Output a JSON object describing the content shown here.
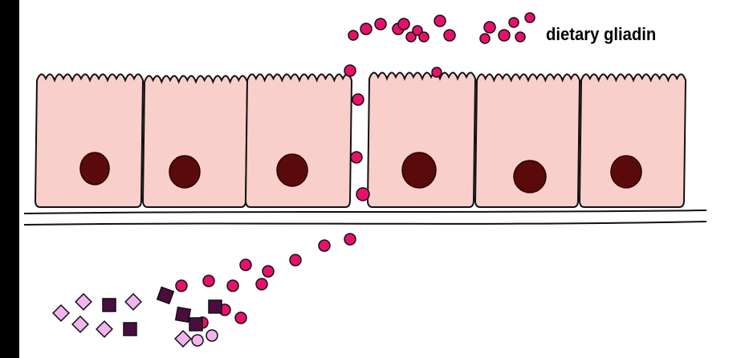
{
  "labels": {
    "gliadin": "dietary gliadin"
  },
  "colors": {
    "background_frame": "#000000",
    "panel": "#ffffff",
    "cell_fill": "#f9cfcc",
    "nucleus": "#5a0a0a",
    "gliadin": "#e8106a",
    "light_square": "#f2b3ef",
    "dark_square": "#4a0d3f",
    "outline": "#111111"
  },
  "icons": {
    "gliadin_particle": "circle",
    "immune_molecule_light": "rotated-square",
    "immune_molecule_dark": "square"
  },
  "cells": {
    "count": 6,
    "nucleus_each": true
  }
}
